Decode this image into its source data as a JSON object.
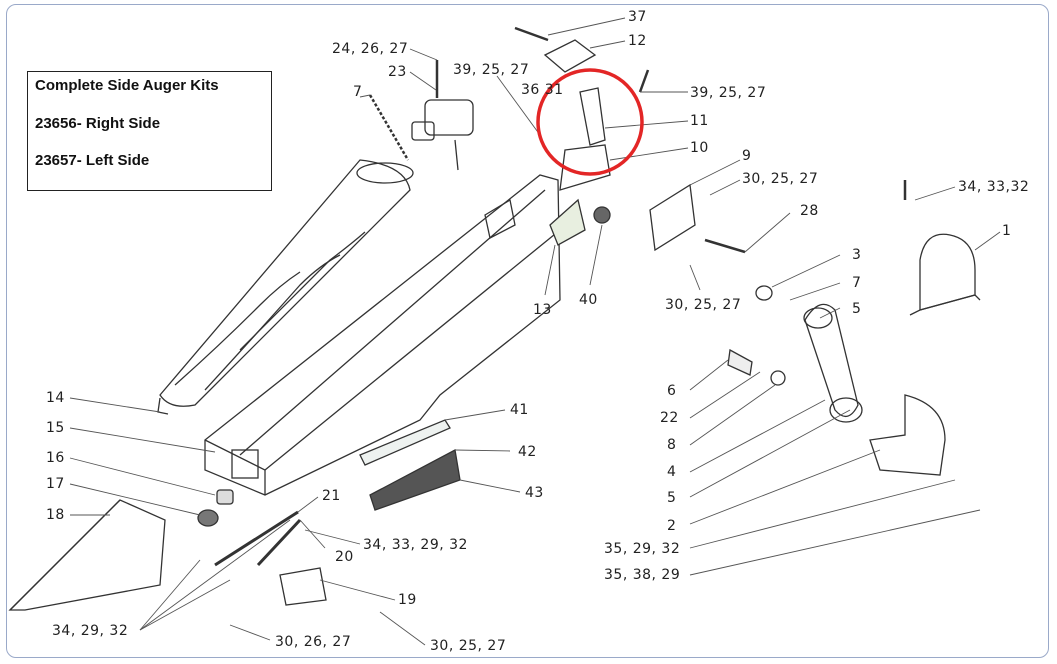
{
  "kits": {
    "title": "Complete Side Auger Kits",
    "right": "23656- Right Side",
    "left": "23657- Left Side"
  },
  "callouts": {
    "c37": "37",
    "c12": "12",
    "c24_26_27": "24, 26, 27",
    "c23": "23",
    "c39_25_27_a": "39, 25, 27",
    "c7_a": "7",
    "c36_31": "36 31",
    "c39_25_27_b": "39, 25, 27",
    "c11": "11",
    "c10": "10",
    "c9": "9",
    "c30_25_27_a": "30, 25, 27",
    "c34_33_32_a": "34, 33,32",
    "c28": "28",
    "c1": "1",
    "c3": "3",
    "c7_b": "7",
    "c5_a": "5",
    "c13": "13",
    "c40": "40",
    "c30_25_27_b": "30, 25, 27",
    "c6": "6",
    "c22": "22",
    "c8": "8",
    "c4": "4",
    "c5_b": "5",
    "c2": "2",
    "c35_29_32": "35, 29, 32",
    "c35_38_29": "35, 38, 29",
    "c14": "14",
    "c15": "15",
    "c16": "16",
    "c17": "17",
    "c18": "18",
    "c41": "41",
    "c42": "42",
    "c43": "43",
    "c21": "21",
    "c20": "20",
    "c34_33_29_32": "34, 33, 29, 32",
    "c19": "19",
    "c34_29_32": "34, 29, 32",
    "c30_26_27": "30, 26, 27",
    "c30_25_27_c": "30, 25, 27"
  },
  "colors": {
    "highlight": "#e32626",
    "frame": "#9aa9c9",
    "line": "#333333"
  }
}
